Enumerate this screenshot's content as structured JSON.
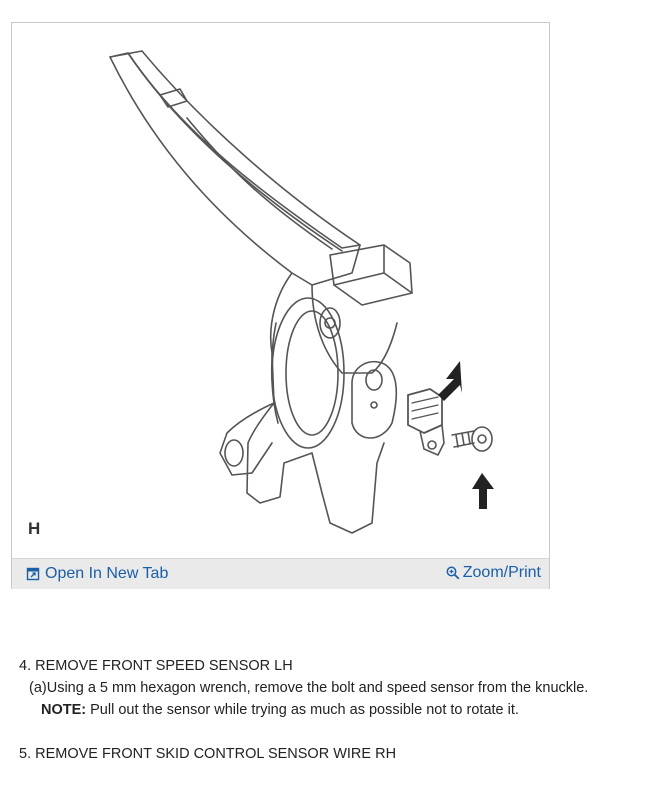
{
  "figure": {
    "code_label": "H",
    "toolbar": {
      "open_new_tab": "Open In New Tab",
      "zoom_print": "Zoom/Print"
    }
  },
  "steps": [
    {
      "title": "4. REMOVE FRONT SPEED SENSOR LH",
      "instruction": "(a)Using a 5 mm hexagon wrench, remove the bolt and speed sensor from the knuckle.",
      "note_label": "NOTE:",
      "note_text": " Pull out the sensor while trying as much as possible not to rotate it."
    },
    {
      "title": "5. REMOVE FRONT SKID CONTROL SENSOR WIRE RH"
    }
  ],
  "colors": {
    "link": "#1a5fa8",
    "toolbar_bg": "#eaeaea",
    "line_art": "#555555"
  }
}
